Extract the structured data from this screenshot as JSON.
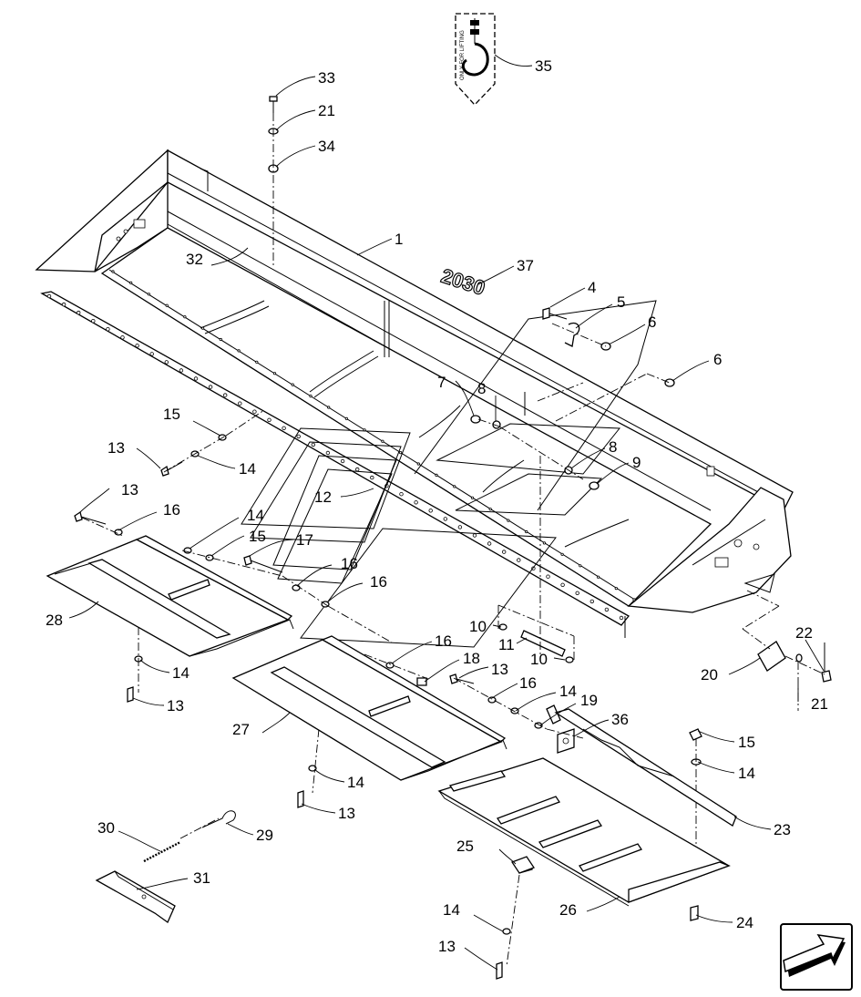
{
  "diagram": {
    "lifting_tag_text": "ONLY FOR LIFTING",
    "model_decal_text": "2030",
    "callouts": [
      {
        "id": "c35",
        "label": "35"
      },
      {
        "id": "c33",
        "label": "33"
      },
      {
        "id": "c21a",
        "label": "21"
      },
      {
        "id": "c34",
        "label": "34"
      },
      {
        "id": "c1",
        "label": "1"
      },
      {
        "id": "c32",
        "label": "32"
      },
      {
        "id": "c37",
        "label": "37"
      },
      {
        "id": "c4",
        "label": "4"
      },
      {
        "id": "c5",
        "label": "5"
      },
      {
        "id": "c6a",
        "label": "6"
      },
      {
        "id": "c6b",
        "label": "6"
      },
      {
        "id": "c7",
        "label": "7"
      },
      {
        "id": "c8a",
        "label": "8"
      },
      {
        "id": "c8b",
        "label": "8"
      },
      {
        "id": "c9",
        "label": "9"
      },
      {
        "id": "c15a",
        "label": "15"
      },
      {
        "id": "c13a",
        "label": "13"
      },
      {
        "id": "c14a",
        "label": "14"
      },
      {
        "id": "c13b",
        "label": "13"
      },
      {
        "id": "c12",
        "label": "12"
      },
      {
        "id": "c16a",
        "label": "16"
      },
      {
        "id": "c14b",
        "label": "14"
      },
      {
        "id": "c15b",
        "label": "15"
      },
      {
        "id": "c17",
        "label": "17"
      },
      {
        "id": "c16b",
        "label": "16"
      },
      {
        "id": "c16c",
        "label": "16"
      },
      {
        "id": "c28",
        "label": "28"
      },
      {
        "id": "c10a",
        "label": "10"
      },
      {
        "id": "c11",
        "label": "11"
      },
      {
        "id": "c10b",
        "label": "10"
      },
      {
        "id": "c16d",
        "label": "16"
      },
      {
        "id": "c18",
        "label": "18"
      },
      {
        "id": "c13c",
        "label": "13"
      },
      {
        "id": "c22",
        "label": "22"
      },
      {
        "id": "c20",
        "label": "20"
      },
      {
        "id": "c14c",
        "label": "14"
      },
      {
        "id": "c16e",
        "label": "16"
      },
      {
        "id": "c14d",
        "label": "14"
      },
      {
        "id": "c19",
        "label": "19"
      },
      {
        "id": "c13d",
        "label": "13"
      },
      {
        "id": "c21b",
        "label": "21"
      },
      {
        "id": "c27",
        "label": "27"
      },
      {
        "id": "c36",
        "label": "36"
      },
      {
        "id": "c15c",
        "label": "15"
      },
      {
        "id": "c14e",
        "label": "14"
      },
      {
        "id": "c14f",
        "label": "14"
      },
      {
        "id": "c13e",
        "label": "13"
      },
      {
        "id": "c30",
        "label": "30"
      },
      {
        "id": "c29",
        "label": "29"
      },
      {
        "id": "c23",
        "label": "23"
      },
      {
        "id": "c25",
        "label": "25"
      },
      {
        "id": "c31",
        "label": "31"
      },
      {
        "id": "c26",
        "label": "26"
      },
      {
        "id": "c14g",
        "label": "14"
      },
      {
        "id": "c24",
        "label": "24"
      },
      {
        "id": "c13f",
        "label": "13"
      }
    ]
  }
}
